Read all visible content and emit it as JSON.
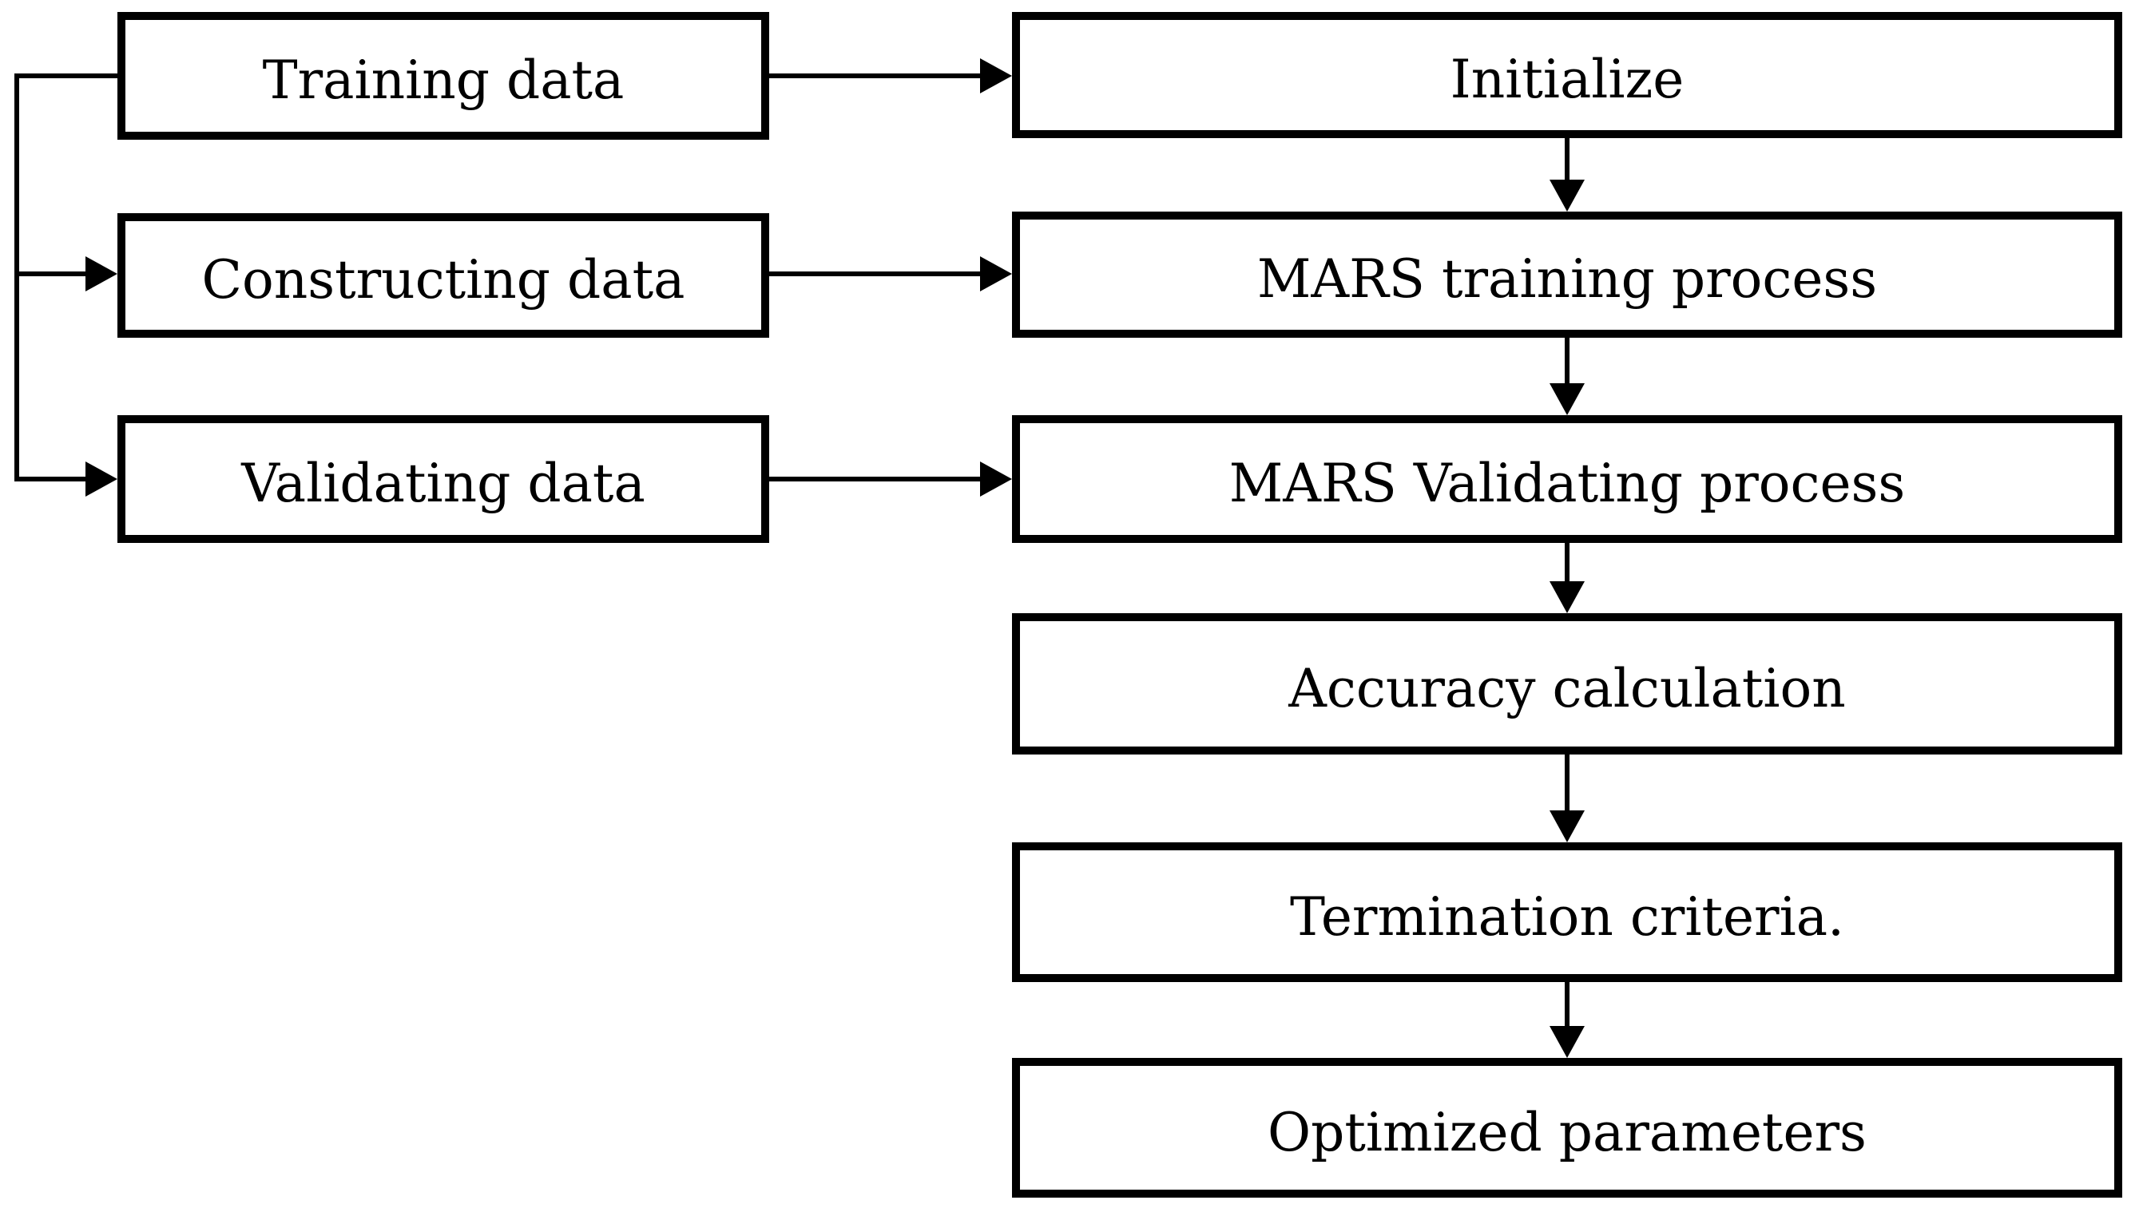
{
  "colors": {
    "background": "#ffffff",
    "box_fill": "#ffffff",
    "box_border": "#000000",
    "text": "#000000",
    "arrow": "#000000"
  },
  "nodes": {
    "training_data": {
      "label": "Training data"
    },
    "constructing_data": {
      "label": "Constructing data"
    },
    "validating_data": {
      "label": "Validating data"
    },
    "initialize": {
      "label": "Initialize"
    },
    "mars_training": {
      "label": "MARS training process"
    },
    "mars_validating": {
      "label": "MARS Validating process"
    },
    "accuracy": {
      "label": "Accuracy calculation"
    },
    "termination": {
      "label": "Termination criteria."
    },
    "optimized": {
      "label": "Optimized parameters"
    }
  },
  "edges": [
    {
      "from": "Training data",
      "to": "Constructing data",
      "style": "branch-left"
    },
    {
      "from": "Training data",
      "to": "Validating data",
      "style": "branch-left"
    },
    {
      "from": "Training data",
      "to": "Initialize",
      "style": "arrow-right"
    },
    {
      "from": "Constructing data",
      "to": "MARS training process",
      "style": "arrow-right"
    },
    {
      "from": "Validating data",
      "to": "MARS Validating process",
      "style": "arrow-right"
    },
    {
      "from": "Initialize",
      "to": "MARS training process",
      "style": "arrow-down"
    },
    {
      "from": "MARS training process",
      "to": "MARS Validating process",
      "style": "arrow-down"
    },
    {
      "from": "MARS Validating process",
      "to": "Accuracy calculation",
      "style": "arrow-down"
    },
    {
      "from": "Accuracy calculation",
      "to": "Termination criteria.",
      "style": "arrow-down"
    },
    {
      "from": "Termination criteria.",
      "to": "Optimized parameters",
      "style": "arrow-down"
    }
  ]
}
